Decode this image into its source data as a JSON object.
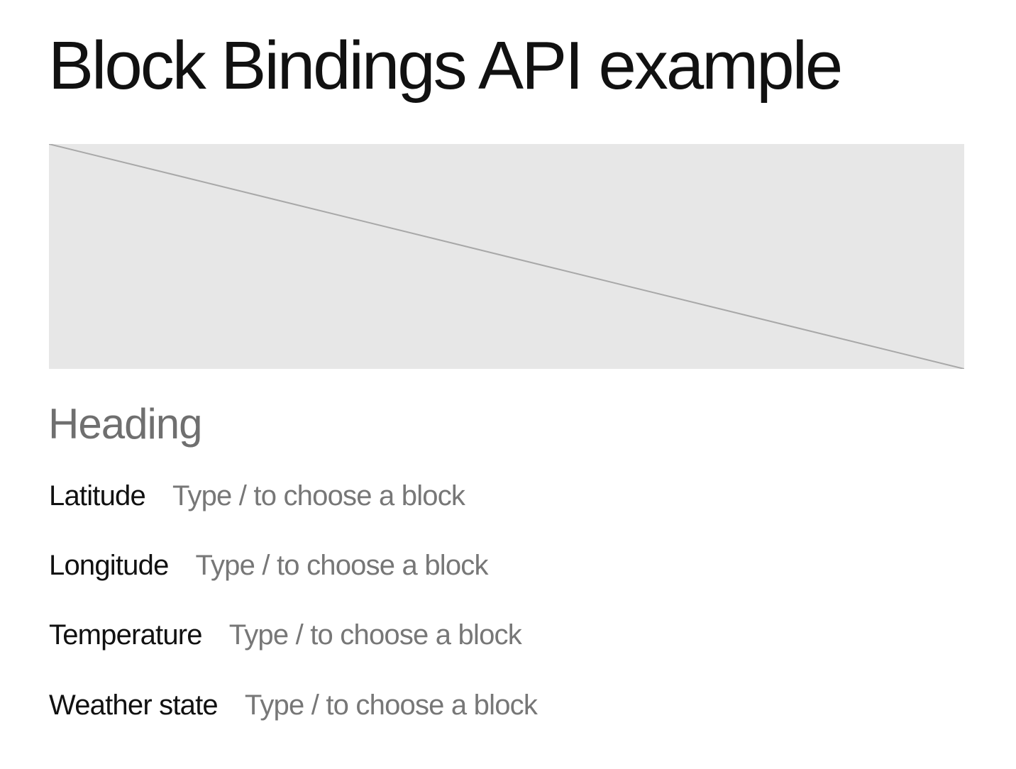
{
  "page": {
    "title": "Block Bindings API example"
  },
  "image_block": {
    "icon": "image-placeholder-icon",
    "background_color": "#e7e7e7",
    "line_color": "#a8a8a8"
  },
  "heading_block": {
    "placeholder": "Heading"
  },
  "fields": [
    {
      "label": "Latitude",
      "placeholder": "Type / to choose a block"
    },
    {
      "label": "Longitude",
      "placeholder": "Type / to choose a block"
    },
    {
      "label": "Temperature",
      "placeholder": "Type / to choose a block"
    },
    {
      "label": "Weather state",
      "placeholder": "Type / to choose a block"
    }
  ]
}
